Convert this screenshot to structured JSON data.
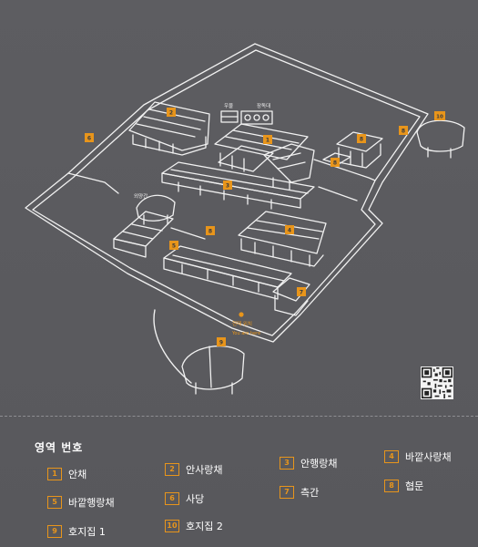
{
  "map": {
    "markers": [
      {
        "id": "1",
        "label": "1"
      },
      {
        "id": "2",
        "label": "2"
      },
      {
        "id": "3",
        "label": "3"
      },
      {
        "id": "4",
        "label": "4"
      },
      {
        "id": "5",
        "label": "5"
      },
      {
        "id": "6",
        "label": "6"
      },
      {
        "id": "7",
        "label": "7"
      },
      {
        "id": "8",
        "label": "8"
      },
      {
        "id": "9",
        "label": "9"
      },
      {
        "id": "10",
        "label": "10"
      }
    ],
    "place_labels": {
      "well": "우물",
      "jar_platform": "장독대",
      "outhouse": "외양간"
    },
    "you_are_here": {
      "ko": "현재 위치",
      "en": "You are here"
    }
  },
  "legend": {
    "title": "영역 번호",
    "items": [
      {
        "number": "1",
        "label": "안채"
      },
      {
        "number": "2",
        "label": "안사랑채"
      },
      {
        "number": "3",
        "label": "안행랑채"
      },
      {
        "number": "4",
        "label": "바깥사랑채"
      },
      {
        "number": "5",
        "label": "바깥행랑채"
      },
      {
        "number": "6",
        "label": "사당"
      },
      {
        "number": "7",
        "label": "측간"
      },
      {
        "number": "8",
        "label": "협문"
      },
      {
        "number": "9",
        "label": "호지집 1"
      },
      {
        "number": "10",
        "label": "호지집 2"
      }
    ]
  },
  "colors": {
    "background": "#5b5b5f",
    "line": "#f2f2f2",
    "accent": "#e8951b"
  }
}
